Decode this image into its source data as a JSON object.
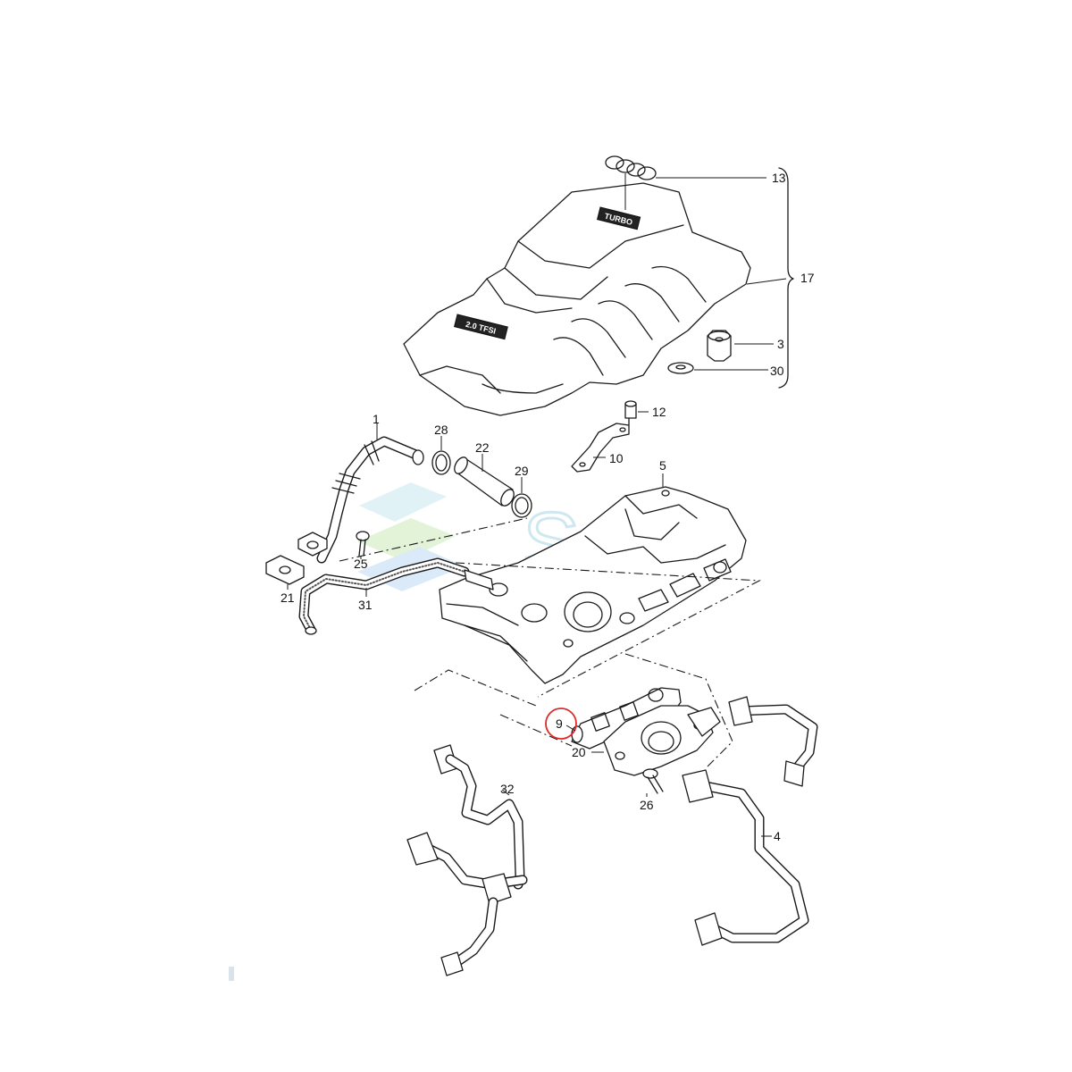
{
  "diagram": {
    "watermark_text": "SOL",
    "cover_badges": {
      "top": "TURBO",
      "side": "2.0 TFSI"
    },
    "callouts": {
      "n1": "1",
      "n3": "3",
      "n4": "4",
      "n5": "5",
      "n9": "9",
      "n10": "10",
      "n12": "12",
      "n13": "13",
      "n17": "17",
      "n20": "20",
      "n21": "21",
      "n22": "22",
      "n25": "25",
      "n26": "26",
      "n28": "28",
      "n29": "29",
      "n30": "30",
      "n31": "31",
      "n32": "32"
    },
    "highlighted_part": "9",
    "colors": {
      "line": "#1a1a1a",
      "highlight": "#e02a2a",
      "watermark": "#bfe1ec"
    }
  }
}
